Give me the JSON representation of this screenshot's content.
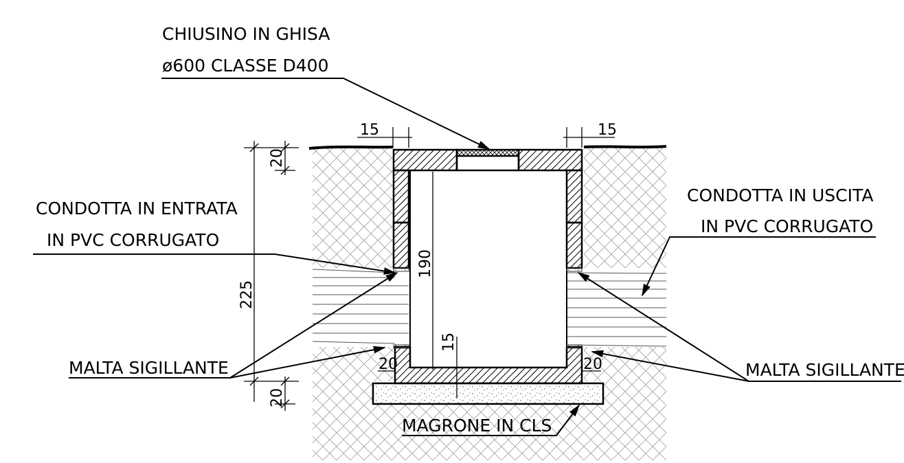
{
  "labels": {
    "chiusino_line1": "CHIUSINO IN GHISA",
    "chiusino_line2": "ø600 CLASSE D400",
    "entrata_line1": "CONDOTTA IN ENTRATA",
    "entrata_line2": "IN PVC CORRUGATO",
    "uscita_line1": "CONDOTTA IN USCITA",
    "uscita_line2": "IN PVC CORRUGATO",
    "malta_left": "MALTA SIGILLANTE",
    "malta_right": "MALTA SIGILLANTE",
    "magrone": "MAGRONE IN CLS"
  },
  "dimensions": {
    "top_left_offset": "15",
    "top_right_offset": "15",
    "top_slab": "20",
    "total_height": "225",
    "inner_height": "190",
    "bottom_slab": "15",
    "wall_left": "20",
    "wall_right": "20",
    "base_thickness": "20"
  },
  "colors": {
    "line": "#000000",
    "soil_hatch": "#9a9a9a",
    "background": "#ffffff"
  }
}
